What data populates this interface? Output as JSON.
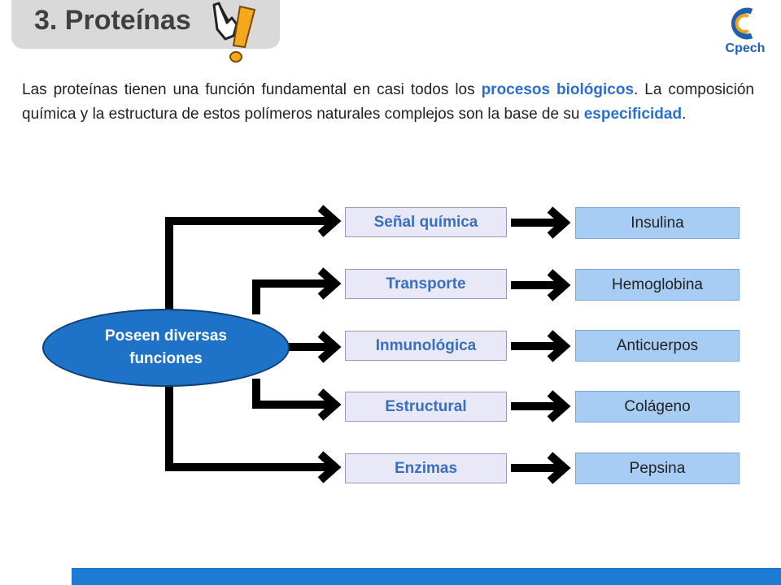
{
  "title": "3. Proteínas",
  "logo": {
    "text": "Cpech"
  },
  "intro": [
    {
      "text": "Las proteínas tienen una función fundamental en casi todos los ",
      "highlight": false
    },
    {
      "text": "procesos biológicos",
      "highlight": true
    },
    {
      "text": ". La composición química y la estructura de estos polímeros naturales complejos son la base de su ",
      "highlight": false
    },
    {
      "text": "especificidad",
      "highlight": true
    },
    {
      "text": ".",
      "highlight": false
    }
  ],
  "diagram": {
    "center": {
      "line1": "Poseen diversas",
      "line2": "funciones"
    },
    "rows": [
      {
        "function": "Señal química",
        "example": "Insulina"
      },
      {
        "function": "Transporte",
        "example": "Hemoglobina"
      },
      {
        "function": "Inmunológica",
        "example": "Anticuerpos"
      },
      {
        "function": "Estructural",
        "example": "Colágeno"
      },
      {
        "function": "Enzimas",
        "example": "Pepsina"
      }
    ]
  },
  "colors": {
    "highlight": "#2a6fcf",
    "accent_bar": "#1c7bd4",
    "ellipse": "#1e73c8",
    "example_box": "#a8cdf4",
    "function_box": "#e8e8f6"
  }
}
